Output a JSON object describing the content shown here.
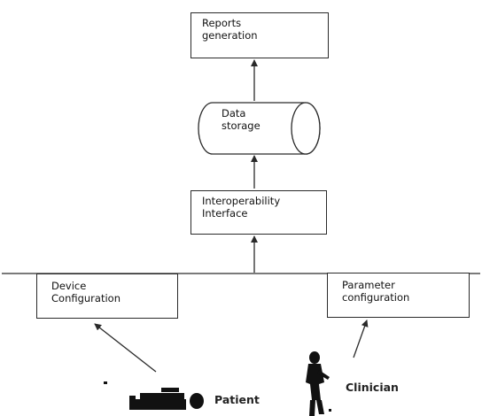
{
  "nodes": {
    "reports": {
      "lines": [
        "Reports",
        "generation"
      ]
    },
    "storage": {
      "lines": [
        "Data",
        "storage"
      ]
    },
    "interop": {
      "lines": [
        "Interoperability",
        "Interface"
      ]
    },
    "device": {
      "lines": [
        "Device",
        "Configuration"
      ]
    },
    "parameter": {
      "lines": [
        "Parameter",
        "configuration"
      ]
    }
  },
  "actors": {
    "patient": {
      "label": "Patient",
      "icon": "patient-figure-icon"
    },
    "clinician": {
      "label": "Clinician",
      "icon": "clinician-figure-icon"
    }
  },
  "colors": {
    "stroke": "#2a2a2a",
    "figure": "#111111"
  }
}
